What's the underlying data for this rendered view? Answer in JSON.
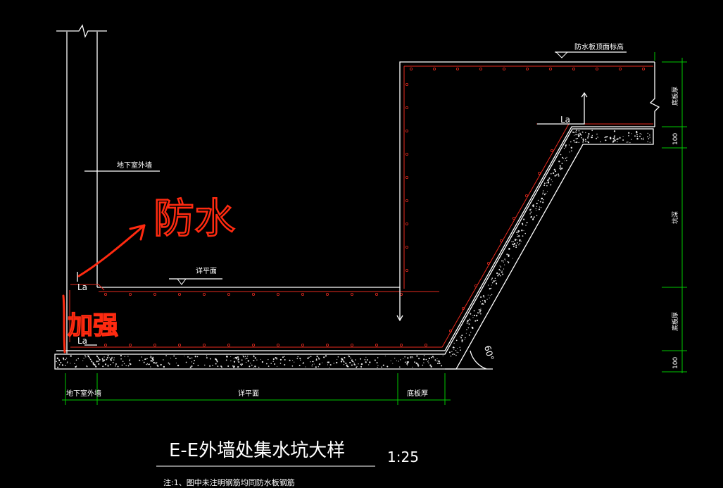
{
  "labels": {
    "basement_wall_top": "地下室外墙",
    "detail_plane_mid": "详平面",
    "waterproof_board_top_elev": "防水板顶面标高",
    "la_top_left": "La",
    "la_bottom_left": "La",
    "la_right": "La",
    "dim_basement_wall": "地下室外墙",
    "dim_detail_plane": "详平面",
    "dim_bottom_slab": "底板厚",
    "dim_right_slab_top": "底板厚",
    "dim_right_100_top": "100",
    "dim_right_pit_depth": "坑深",
    "dim_right_slab_bottom": "底板厚",
    "dim_right_100_bottom": "100",
    "angle": "60°"
  },
  "title": {
    "main": "E-E外墙处集水坑大样",
    "scale": "1:25",
    "note": "注:1、图中未注明钢筋均同防水板钢筋"
  },
  "handwriting": {
    "word1": "防水",
    "word2": "加强"
  },
  "colors": {
    "background": "#000000",
    "linework": "#ffffff",
    "rebar": "#e82a1e",
    "dimension": "#00c800",
    "annotation": "#ff2a10"
  }
}
